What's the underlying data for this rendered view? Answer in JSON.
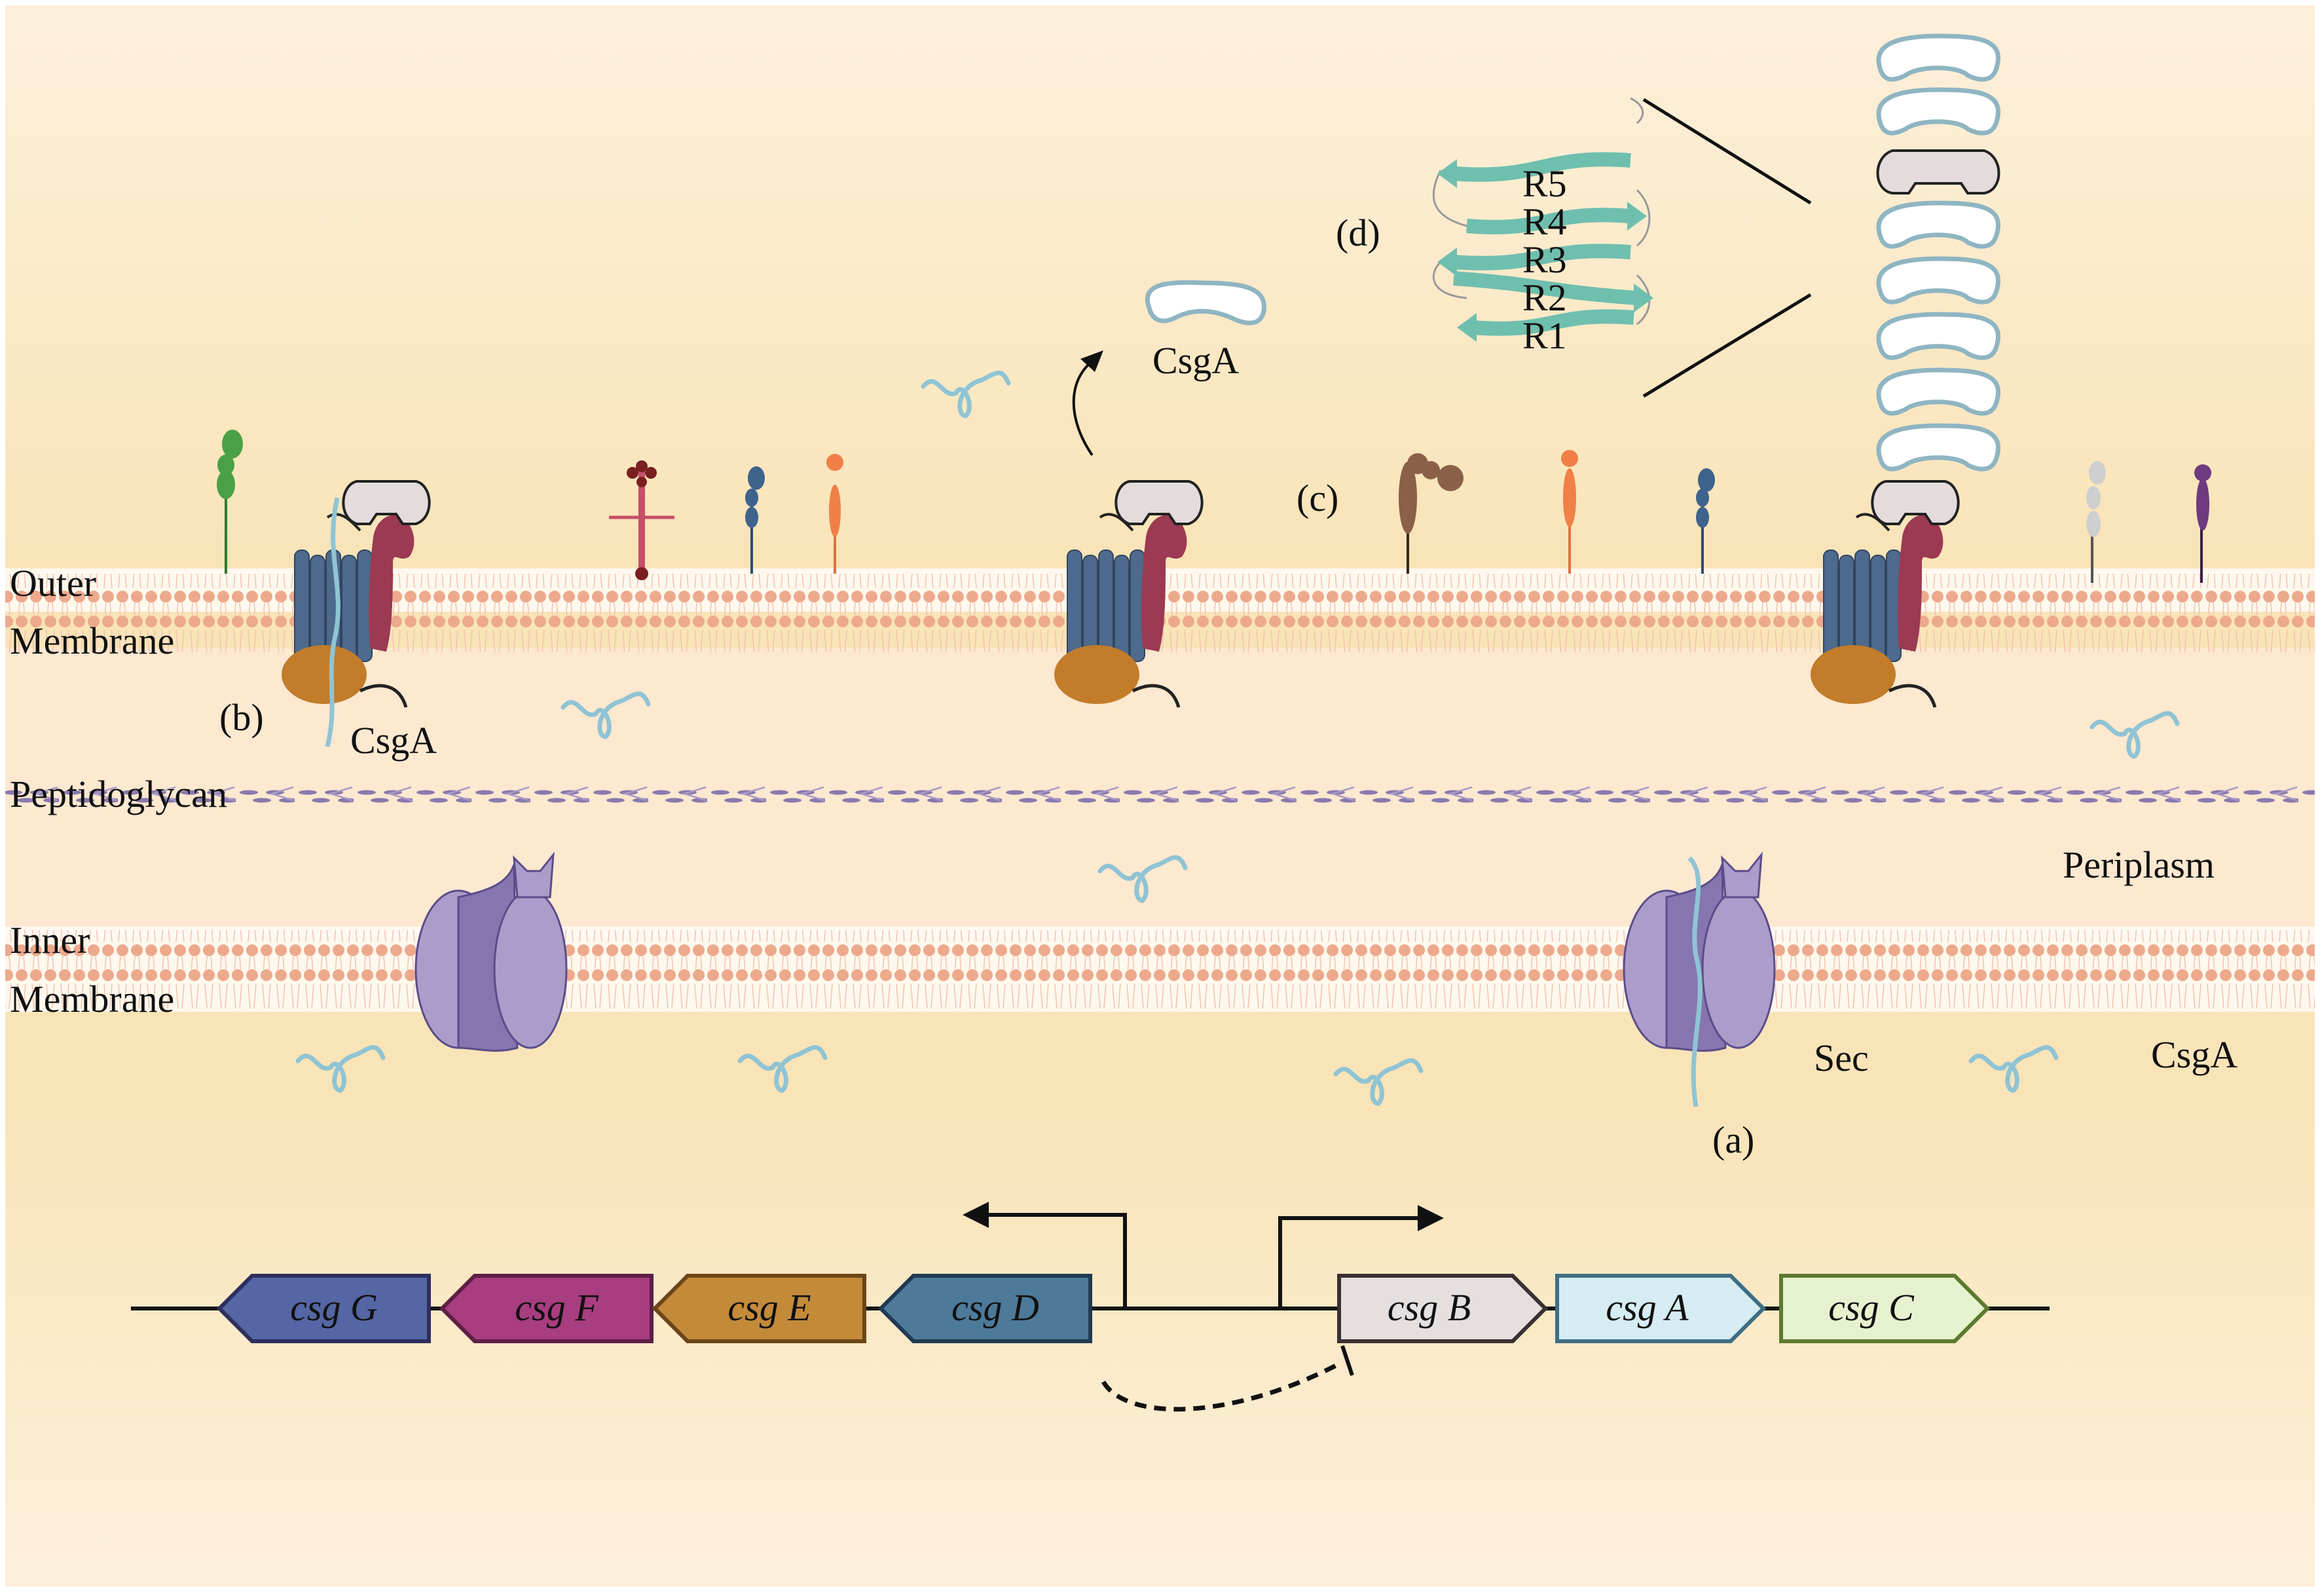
{
  "labels": {
    "outer_membrane_line1": "Outer",
    "outer_membrane_line2": "Membrane",
    "peptidoglycan": "Peptidoglycan",
    "inner_membrane_line1": "Inner",
    "inner_membrane_line2": "Membrane",
    "periplasm": "Periplasm",
    "sec": "Sec",
    "csga_cytoplasm": "CsgA",
    "csga_periplasm_b": "CsgA",
    "csga_released": "CsgA",
    "panel_a": "(a)",
    "panel_b": "(b)",
    "panel_c": "(c)",
    "panel_d": "(d)"
  },
  "repeats": [
    "R5",
    "R4",
    "R3",
    "R2",
    "R1"
  ],
  "operon": {
    "divergent_left": [
      {
        "name": "csg G",
        "color": "#5466a3",
        "stroke": "#2e2e5e",
        "direction": "left"
      },
      {
        "name": "csg F",
        "color": "#a83d80",
        "stroke": "#5e1f46",
        "direction": "left"
      },
      {
        "name": "csg E",
        "color": "#c38a3a",
        "stroke": "#6b4518",
        "direction": "left"
      },
      {
        "name": "csg D",
        "color": "#4e7a9a",
        "stroke": "#1f3a52",
        "direction": "left"
      }
    ],
    "divergent_right": [
      {
        "name": "csg B",
        "color": "#e6dfdf",
        "stroke": "#3a3030",
        "direction": "right"
      },
      {
        "name": "csg A",
        "color": "#d4ecf2",
        "stroke": "#3f6e84",
        "direction": "right"
      },
      {
        "name": "csg C",
        "color": "#e6f2cf",
        "stroke": "#5d7a30",
        "direction": "right"
      }
    ]
  },
  "colors": {
    "bg_top": "#fdf0db",
    "bg_mid": "#f9e4b8",
    "periplasm_bg": "#fde8d0",
    "lipid_head": "#eda98c",
    "sec_light": "#ab9cc9",
    "sec_dark": "#8576b0",
    "csgg_barrel": "#4e6a8c",
    "csge": "#c27c2a",
    "csgf": "#9b3a52",
    "csga_strand": "#8fc4d4",
    "cap": "#e4dcdc",
    "beta_sheet": "#6fbfae"
  }
}
